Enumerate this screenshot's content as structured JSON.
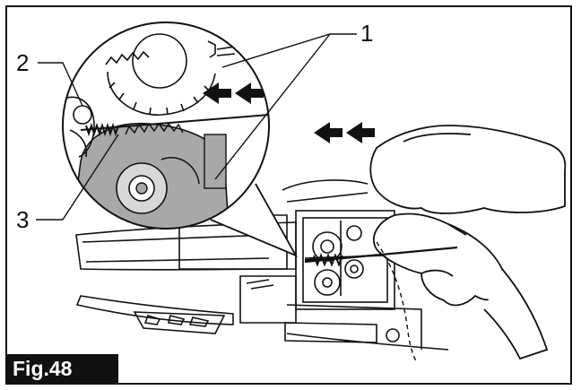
{
  "figure": {
    "label": "Fig.48",
    "callouts": [
      {
        "id": "1",
        "text": "1"
      },
      {
        "id": "2",
        "text": "2"
      },
      {
        "id": "3",
        "text": "3"
      }
    ],
    "colors": {
      "line": "#111111",
      "shaded_gear": "#a8a8a8",
      "background": "#ffffff"
    }
  }
}
